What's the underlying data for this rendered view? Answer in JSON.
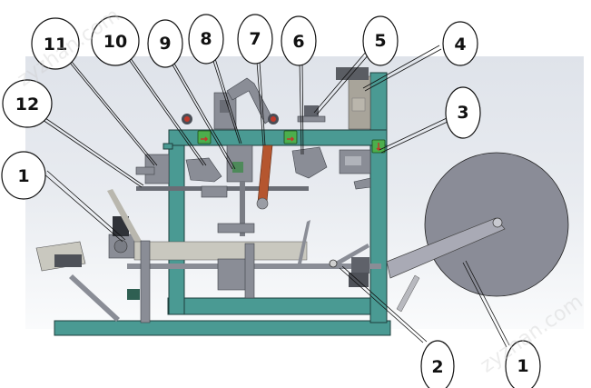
{
  "diagram": {
    "title": "Machine assembly side view with numbered part callouts",
    "frame_color": "#4a9a93",
    "frame_edge_color": "#1e3f3c",
    "part_color": "#8a8d96",
    "reel_color": "#8a8c97",
    "belt_color": "#b5562f",
    "marker_color": "#4cae4c",
    "callouts": [
      {
        "id": "c1a",
        "label": "1",
        "target": "left-motor-gearbox"
      },
      {
        "id": "c1b",
        "label": "1",
        "target": "unwind-reel"
      },
      {
        "id": "c2",
        "label": "2",
        "target": "tension-arm-pivot"
      },
      {
        "id": "c3",
        "label": "3",
        "target": "right-cutter-unit"
      },
      {
        "id": "c4",
        "label": "4",
        "target": "control-box"
      },
      {
        "id": "c5",
        "label": "5",
        "target": "top-motor"
      },
      {
        "id": "c6",
        "label": "6",
        "target": "right-clamp-mechanism"
      },
      {
        "id": "c7",
        "label": "7",
        "target": "drive-belt"
      },
      {
        "id": "c8",
        "label": "8",
        "target": "center-column"
      },
      {
        "id": "c9",
        "label": "9",
        "target": "folding-unit"
      },
      {
        "id": "c10",
        "label": "10",
        "target": "left-clamp-mechanism"
      },
      {
        "id": "c11",
        "label": "11",
        "target": "left-bracket"
      },
      {
        "id": "c12",
        "label": "12",
        "target": "guide-rail"
      }
    ],
    "watermark": "zyzhan.com"
  }
}
